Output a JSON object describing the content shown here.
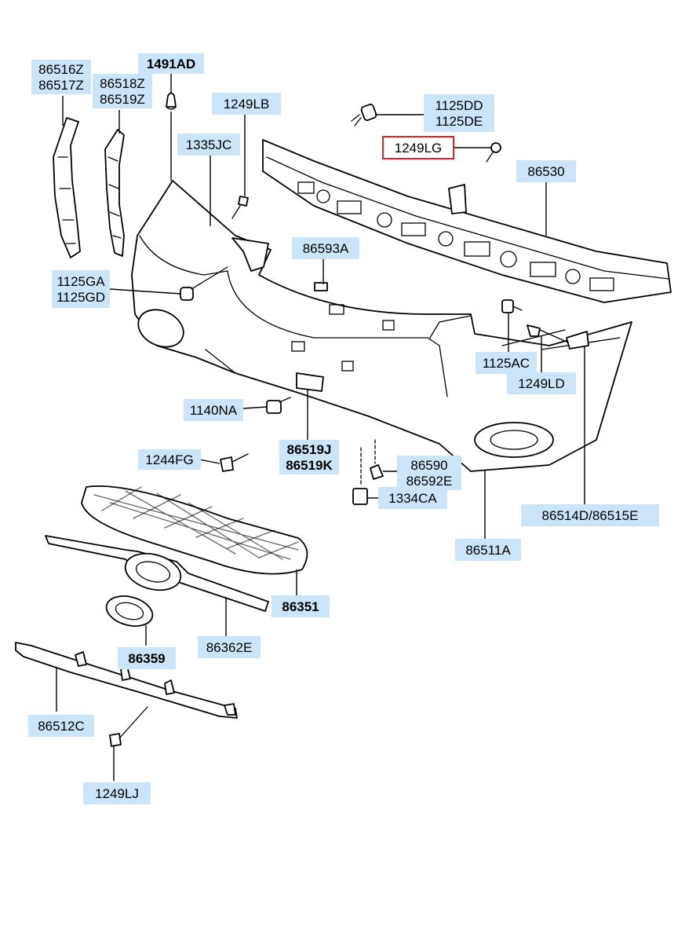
{
  "highlight_color": "#e0202a",
  "label_bg_color": "#cce4f7",
  "labels": {
    "l_86516": {
      "lines": [
        "86516Z",
        "86517Z"
      ],
      "bold": false
    },
    "l_86518": {
      "lines": [
        "86518Z",
        "86519Z"
      ],
      "bold": false
    },
    "l_1491AD": {
      "lines": [
        "1491AD"
      ],
      "bold": true
    },
    "l_1249LB": {
      "lines": [
        "1249LB"
      ],
      "bold": false
    },
    "l_1335JC": {
      "lines": [
        "1335JC"
      ],
      "bold": false
    },
    "l_1125DD": {
      "lines": [
        "1125DD",
        "1125DE"
      ],
      "bold": false
    },
    "l_1249LG": {
      "lines": [
        "1249LG"
      ],
      "bold": false,
      "highlighted": true
    },
    "l_86530": {
      "lines": [
        "86530"
      ],
      "bold": false
    },
    "l_86593A": {
      "lines": [
        "86593A"
      ],
      "bold": false
    },
    "l_1125GA": {
      "lines": [
        "1125GA",
        "1125GD"
      ],
      "bold": false
    },
    "l_1125AC": {
      "lines": [
        "1125AC"
      ],
      "bold": false
    },
    "l_1249LD": {
      "lines": [
        "1249LD"
      ],
      "bold": false
    },
    "l_1140NA": {
      "lines": [
        "1140NA"
      ],
      "bold": false
    },
    "l_1244FG": {
      "lines": [
        "1244FG"
      ],
      "bold": false
    },
    "l_86519J": {
      "lines": [
        "86519J",
        "86519K"
      ],
      "bold": true
    },
    "l_86590": {
      "lines": [
        "86590",
        "86592E"
      ],
      "bold": false
    },
    "l_1334CA": {
      "lines": [
        "1334CA"
      ],
      "bold": false
    },
    "l_86514D": {
      "lines": [
        "86514D/86515E"
      ],
      "bold": false
    },
    "l_86511A": {
      "lines": [
        "86511A"
      ],
      "bold": false
    },
    "l_86351": {
      "lines": [
        "86351"
      ],
      "bold": true
    },
    "l_86359": {
      "lines": [
        "86359"
      ],
      "bold": true
    },
    "l_86362E": {
      "lines": [
        "86362E"
      ],
      "bold": false
    },
    "l_86512C": {
      "lines": [
        "86512C"
      ],
      "bold": false
    },
    "l_1249LJ": {
      "lines": [
        "1249LJ"
      ],
      "bold": false
    }
  }
}
